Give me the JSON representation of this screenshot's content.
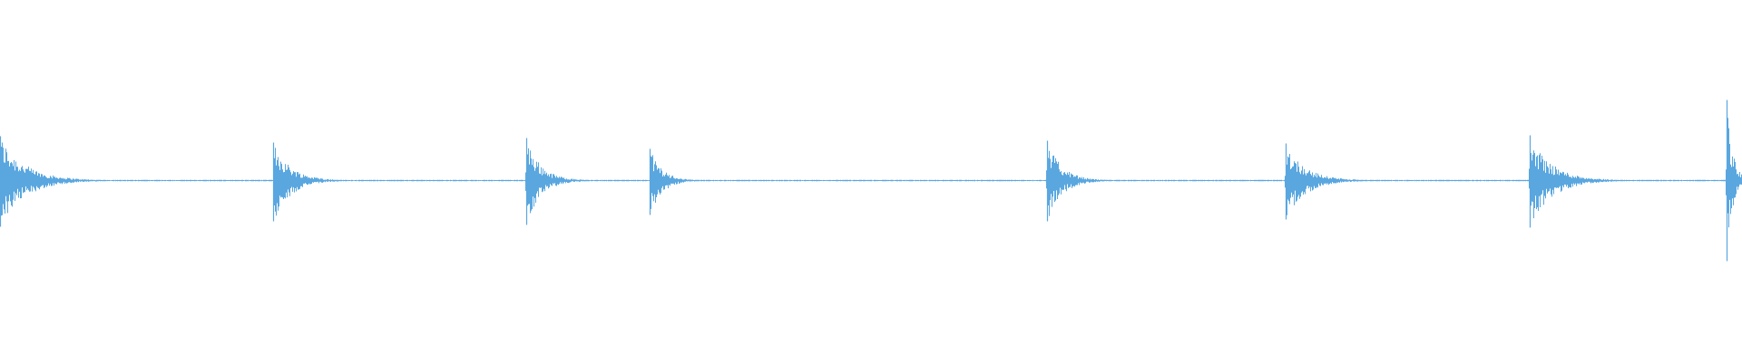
{
  "waveform": {
    "color": "#5aa7e0",
    "background": "#ffffff",
    "transients": [
      {
        "position": 0.0,
        "peak_up": 0.49,
        "peak_down": 0.51,
        "decay": 0.05
      },
      {
        "position": 0.157,
        "peak_up": 0.42,
        "peak_down": 0.45,
        "decay": 0.035
      },
      {
        "position": 0.302,
        "peak_up": 0.47,
        "peak_down": 0.49,
        "decay": 0.03
      },
      {
        "position": 0.373,
        "peak_up": 0.35,
        "peak_down": 0.38,
        "decay": 0.025
      },
      {
        "position": 0.601,
        "peak_up": 0.44,
        "peak_down": 0.45,
        "decay": 0.03
      },
      {
        "position": 0.738,
        "peak_up": 0.41,
        "peak_down": 0.43,
        "decay": 0.04
      },
      {
        "position": 0.878,
        "peak_up": 0.5,
        "peak_down": 0.52,
        "decay": 0.045
      },
      {
        "position": 0.991,
        "peak_up": 0.89,
        "peak_down": 0.89,
        "decay": 0.012
      }
    ]
  }
}
